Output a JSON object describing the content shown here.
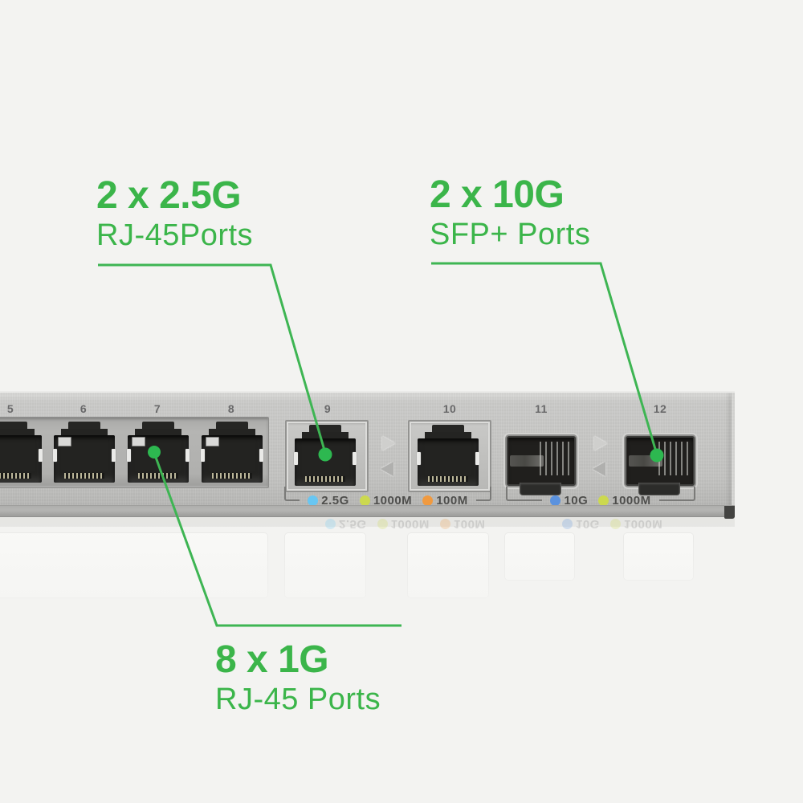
{
  "colors": {
    "accent_green": "#3bb54a",
    "callout_line_green": "#3eb553",
    "callout_dot_green": "#2db850",
    "background": "#f3f3f1",
    "chassis_silver": "#c6c6c4"
  },
  "callouts": {
    "ports_25g": {
      "title": "2 x 2.5G",
      "subtitle": "RJ-45Ports"
    },
    "ports_10g": {
      "title": "2 x 10G",
      "subtitle": "SFP+ Ports"
    },
    "ports_1g": {
      "title": "8 x 1G",
      "subtitle": "RJ-45 Ports"
    }
  },
  "switch": {
    "ports": [
      {
        "number": "5",
        "type": "RJ-45"
      },
      {
        "number": "6",
        "type": "RJ-45"
      },
      {
        "number": "7",
        "type": "RJ-45"
      },
      {
        "number": "8",
        "type": "RJ-45"
      },
      {
        "number": "9",
        "type": "RJ-45"
      },
      {
        "number": "10",
        "type": "RJ-45"
      },
      {
        "number": "11",
        "type": "SFP+"
      },
      {
        "number": "12",
        "type": "SFP+"
      }
    ],
    "legend_rj45": {
      "items": [
        {
          "label": "2.5G",
          "color": "#68c6f2"
        },
        {
          "label": "1000M",
          "color": "#ccd94f"
        },
        {
          "label": "100M",
          "color": "#f09a40"
        }
      ]
    },
    "legend_sfp": {
      "items": [
        {
          "label": "10G",
          "color": "#5b92de"
        },
        {
          "label": "1000M",
          "color": "#ccd94f"
        }
      ]
    },
    "icons": [
      "uplink-arrow-right-icon",
      "uplink-arrow-left-icon"
    ]
  }
}
